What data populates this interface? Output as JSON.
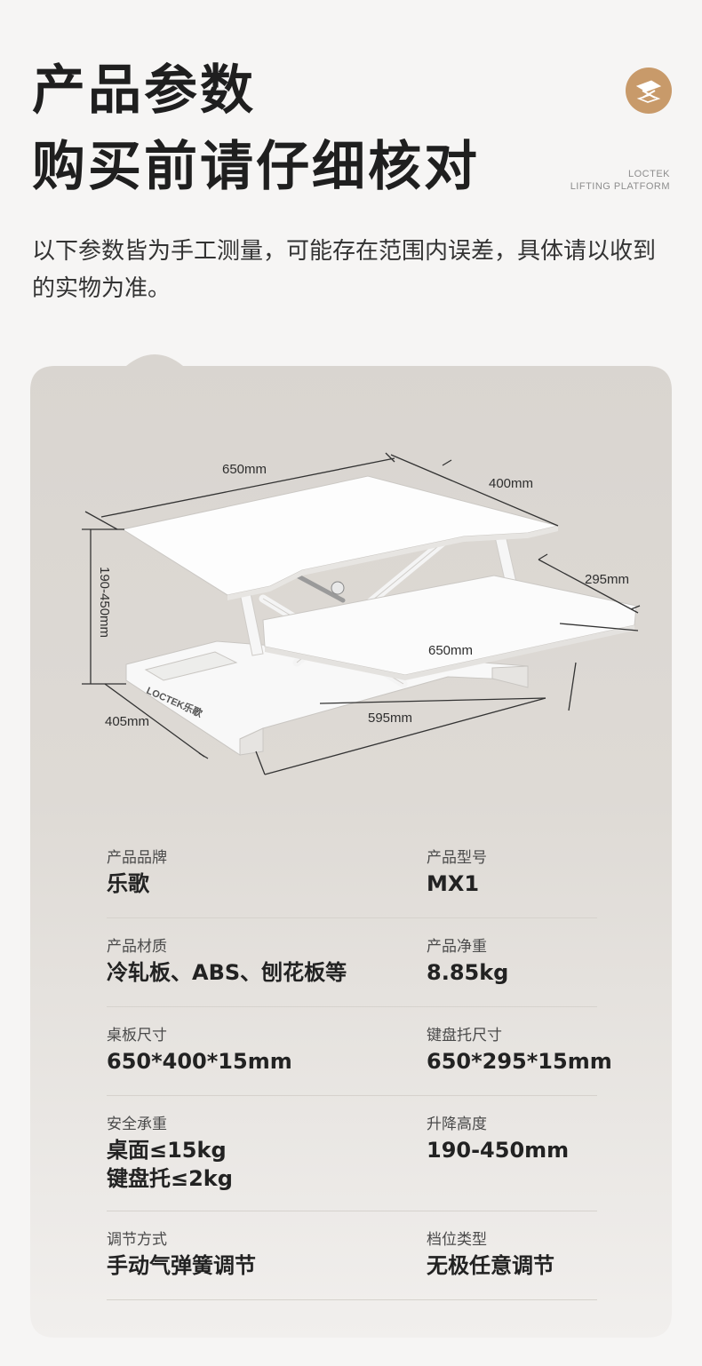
{
  "header": {
    "title_line1": "产品参数",
    "title_line2": "购买前请仔细核对",
    "brand_line1": "LOCTEK",
    "brand_line2": "LIFTING PLATFORM"
  },
  "intro": "以下参数皆为手工测量，可能存在范围内误差，具体请以收到的实物为准。",
  "diagram": {
    "base_brand": "LOCTEK乐歌",
    "dims": {
      "top_width": "650mm",
      "top_depth": "400mm",
      "keyboard_depth": "295mm",
      "keyboard_width": "650mm",
      "height_range": "190-450mm",
      "base_depth": "405mm",
      "base_width": "595mm"
    }
  },
  "specs": [
    {
      "left": {
        "label": "产品品牌",
        "value": "乐歌"
      },
      "right": {
        "label": "产品型号",
        "value": "MX1"
      }
    },
    {
      "left": {
        "label": "产品材质",
        "value": "冷轧板、ABS、刨花板等"
      },
      "right": {
        "label": "产品净重",
        "value": "8.85kg"
      }
    },
    {
      "left": {
        "label": "桌板尺寸",
        "value": "650*400*15mm"
      },
      "right": {
        "label": "键盘托尺寸",
        "value": "650*295*15mm"
      }
    },
    {
      "left": {
        "label": "安全承重",
        "value": "桌面≤15kg",
        "value2": "键盘托≤2kg"
      },
      "right": {
        "label": "升降高度",
        "value": "190-450mm"
      }
    },
    {
      "left": {
        "label": "调节方式",
        "value": "手动气弹簧调节"
      },
      "right": {
        "label": "档位类型",
        "value": "无极任意调节"
      }
    }
  ]
}
